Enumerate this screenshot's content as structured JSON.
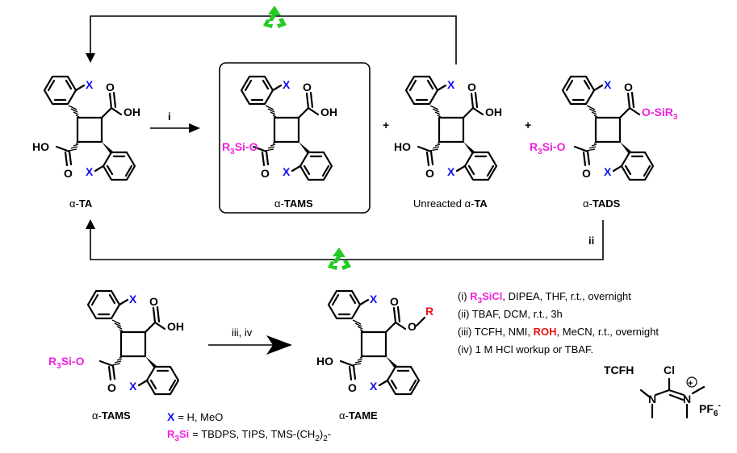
{
  "labels": {
    "x": "X",
    "oh": "OH",
    "ho": "HO",
    "o": "O",
    "r3si": "R",
    "sub3": "3",
    "si_o": "Si-O",
    "o_si": "O-SiR",
    "r": "R",
    "plus": "+"
  },
  "compounds": {
    "ta": {
      "prefix": "α-",
      "name": "TA"
    },
    "tams": {
      "prefix": "α-",
      "name": "TAMS"
    },
    "unreacted": {
      "prefix": "Unreacted α-",
      "name": "TA"
    },
    "tads": {
      "prefix": "α-",
      "name": "TADS"
    },
    "tams2": {
      "prefix": "α-",
      "name": "TAMS"
    },
    "tame": {
      "prefix": "α-",
      "name": "TAME"
    }
  },
  "steps": {
    "i": "i",
    "ii": "ii",
    "iii_iv": "iii, iv"
  },
  "legend": {
    "x_def": "= H, MeO",
    "r3si_def": "= TBDPS, TIPS, TMS-(CH",
    "r3si_sub": "2",
    "r3si_tail": ")",
    "r3si_tail_sub": "2",
    "r3si_dash": "-"
  },
  "conditions": {
    "c1_pre": "(i) ",
    "c1_hl": "R",
    "c1_hl2": "SiCl",
    "c1_post": ", DIPEA, THF, r.t., overnight",
    "c2": "(ii) TBAF, DCM, r.t., 3h",
    "c3_pre": "(iii) TCFH, NMI, ",
    "c3_hl": "ROH",
    "c3_post": ", MeCN, r.t., overnight",
    "c4": "(iv) 1 M HCl workup or TBAF."
  },
  "reagent": {
    "name": "TCFH",
    "cl": "Cl",
    "n": "N",
    "plus": "+",
    "pf6": "PF",
    "pf6_sub": "6",
    "pf6_sup": "-"
  },
  "colors": {
    "x": "#1010ee",
    "silyl": "#ee22dd",
    "r": "#ee1111",
    "recycle": "#22cc22"
  },
  "icons": [
    "recycle-icon",
    "recycle-icon"
  ]
}
